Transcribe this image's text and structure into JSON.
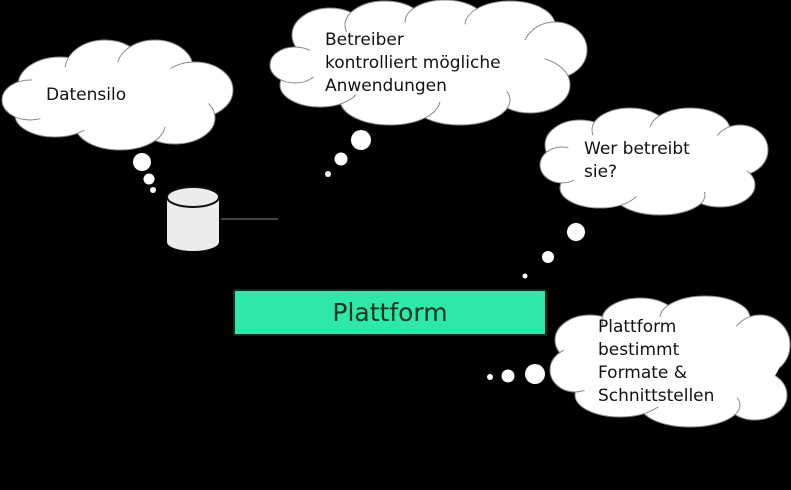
{
  "diagram": {
    "background_color": "#000000",
    "platform": {
      "label": "Plattform",
      "fill_color": "#2ee8a7"
    },
    "database": {
      "icon": "database-cylinder-icon",
      "fill_color": "#ececec"
    },
    "thought_bubbles": [
      {
        "id": "datensilo",
        "text": "Datensilo"
      },
      {
        "id": "betreiber",
        "text": "Betreiber\nkontrolliert mögliche\nAnwendungen"
      },
      {
        "id": "wer-betreibt",
        "text": "Wer betreibt\nsie?"
      },
      {
        "id": "formate",
        "text": "Plattform\nbestimmt\nFormate &\nSchnittstellen"
      }
    ]
  }
}
